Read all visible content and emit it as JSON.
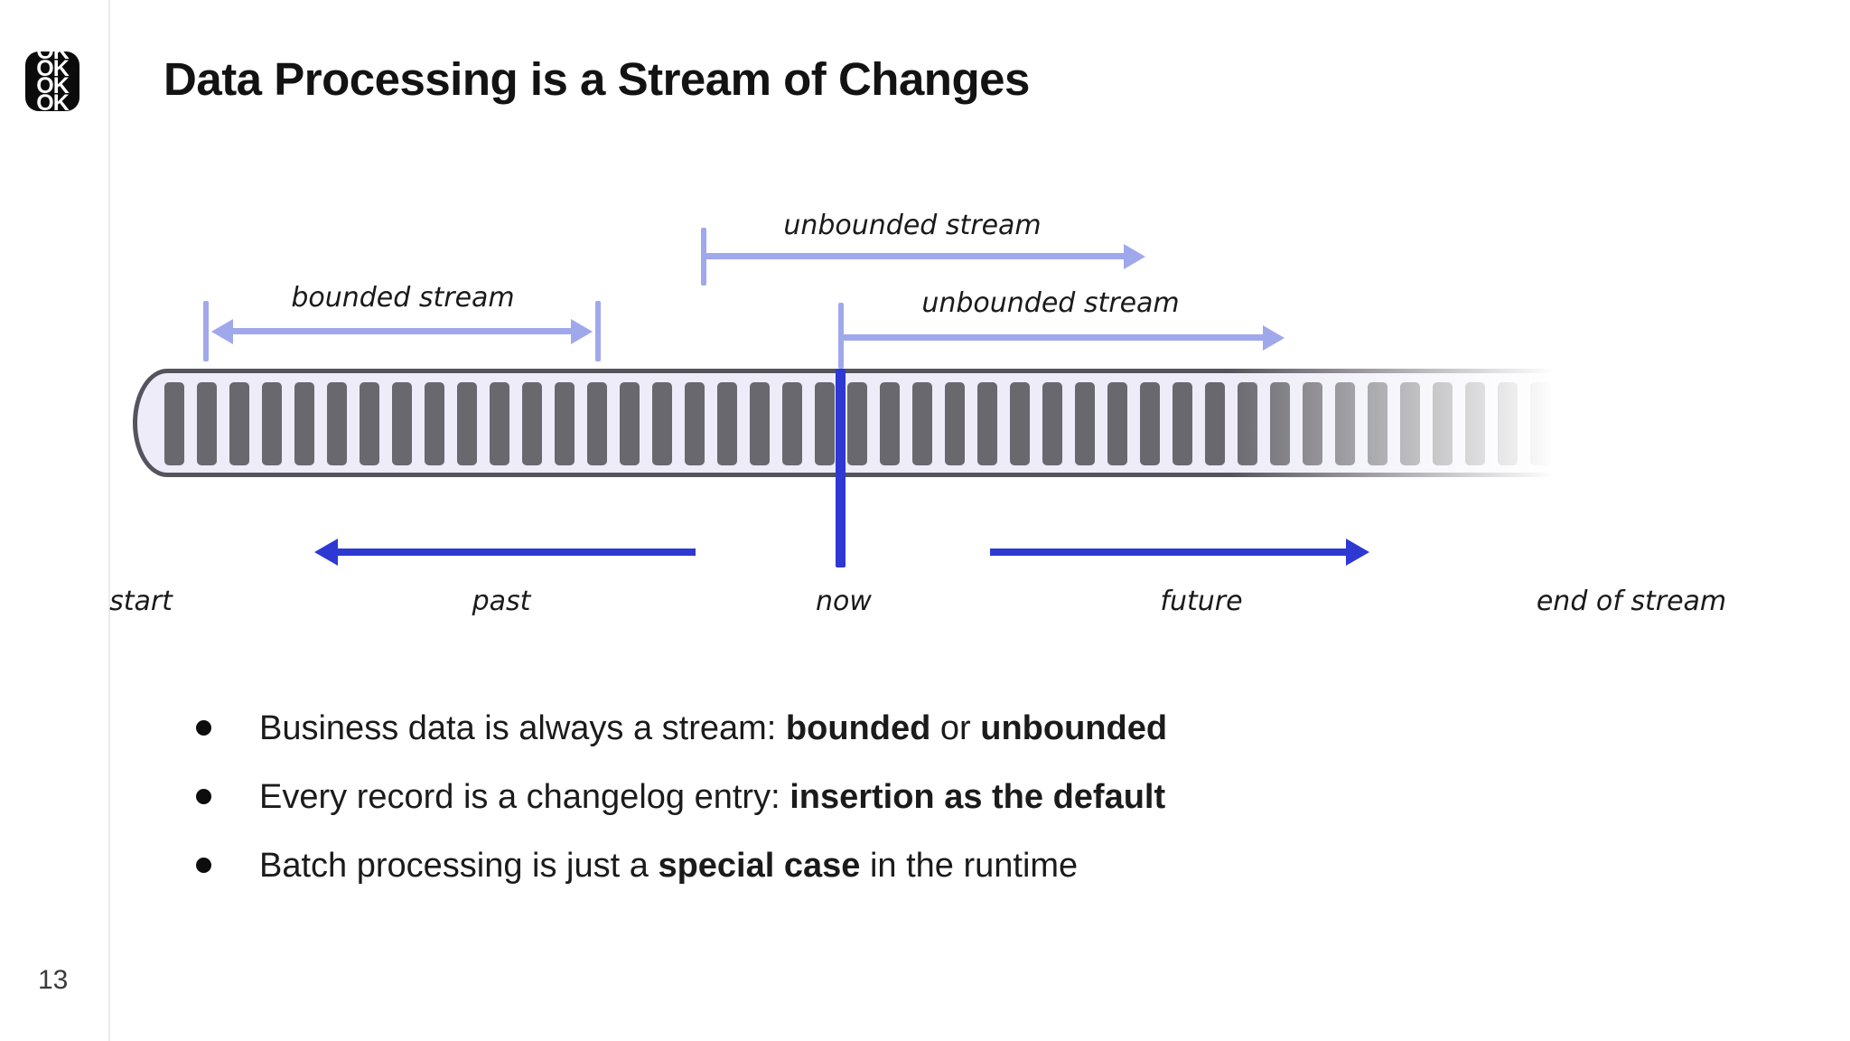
{
  "slide": {
    "title": "Data Processing is a Stream of Changes",
    "page_number": "13"
  },
  "logo": {
    "text": "OK",
    "rows": 4
  },
  "diagram": {
    "labels": {
      "unbounded_top": "unbounded stream",
      "bounded": "bounded stream",
      "unbounded_right": "unbounded stream"
    },
    "timeline": [
      "start",
      "past",
      "now",
      "future",
      "end of stream"
    ],
    "tube": {
      "bar_count": 43
    },
    "colors": {
      "periwinkle": "#a0a8ec",
      "blue": "#2e38d2",
      "bar_gray": "#69686f",
      "tube_fill": "#edecf8",
      "tube_border": "#56535c"
    }
  },
  "bullets": [
    {
      "segments": [
        {
          "t": "Business data is always a stream: ",
          "b": false
        },
        {
          "t": "bounded",
          "b": true
        },
        {
          "t": " or ",
          "b": false
        },
        {
          "t": "unbounded",
          "b": true
        }
      ]
    },
    {
      "segments": [
        {
          "t": "Every record is a changelog entry: ",
          "b": false
        },
        {
          "t": "insertion as the default",
          "b": true
        }
      ]
    },
    {
      "segments": [
        {
          "t": "Batch processing is just a ",
          "b": false
        },
        {
          "t": "special case",
          "b": true
        },
        {
          "t": " in the runtime",
          "b": false
        }
      ]
    }
  ]
}
